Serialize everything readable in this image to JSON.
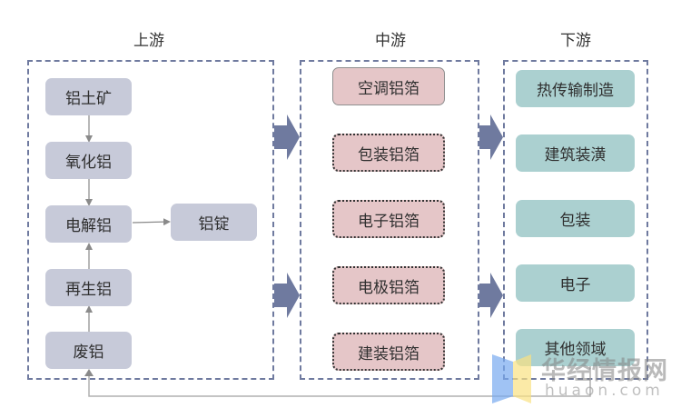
{
  "columns": {
    "upstream": {
      "title": "上游",
      "nodes": [
        "铝土矿",
        "氧化铝",
        "电解铝",
        "再生铝",
        "废铝"
      ],
      "side_node": "铝锭"
    },
    "midstream": {
      "title": "中游",
      "nodes": [
        "空调铝箔",
        "包装铝箔",
        "电子铝箔",
        "电极铝箔",
        "建装铝箔"
      ]
    },
    "downstream": {
      "title": "下游",
      "nodes": [
        "热传输制造",
        "建筑装潢",
        "包装",
        "电子",
        "其他领域"
      ]
    }
  },
  "watermark": {
    "name": "华经情报网",
    "domain": "huaon.com"
  },
  "colors": {
    "upstream_node": "#c7cad9",
    "midstream_node": "#e5c6c8",
    "downstream_node": "#abd0d0",
    "group_border": "#6f7a9f",
    "big_arrow": "#6f7a9f",
    "connector": "#8a8a8a"
  }
}
